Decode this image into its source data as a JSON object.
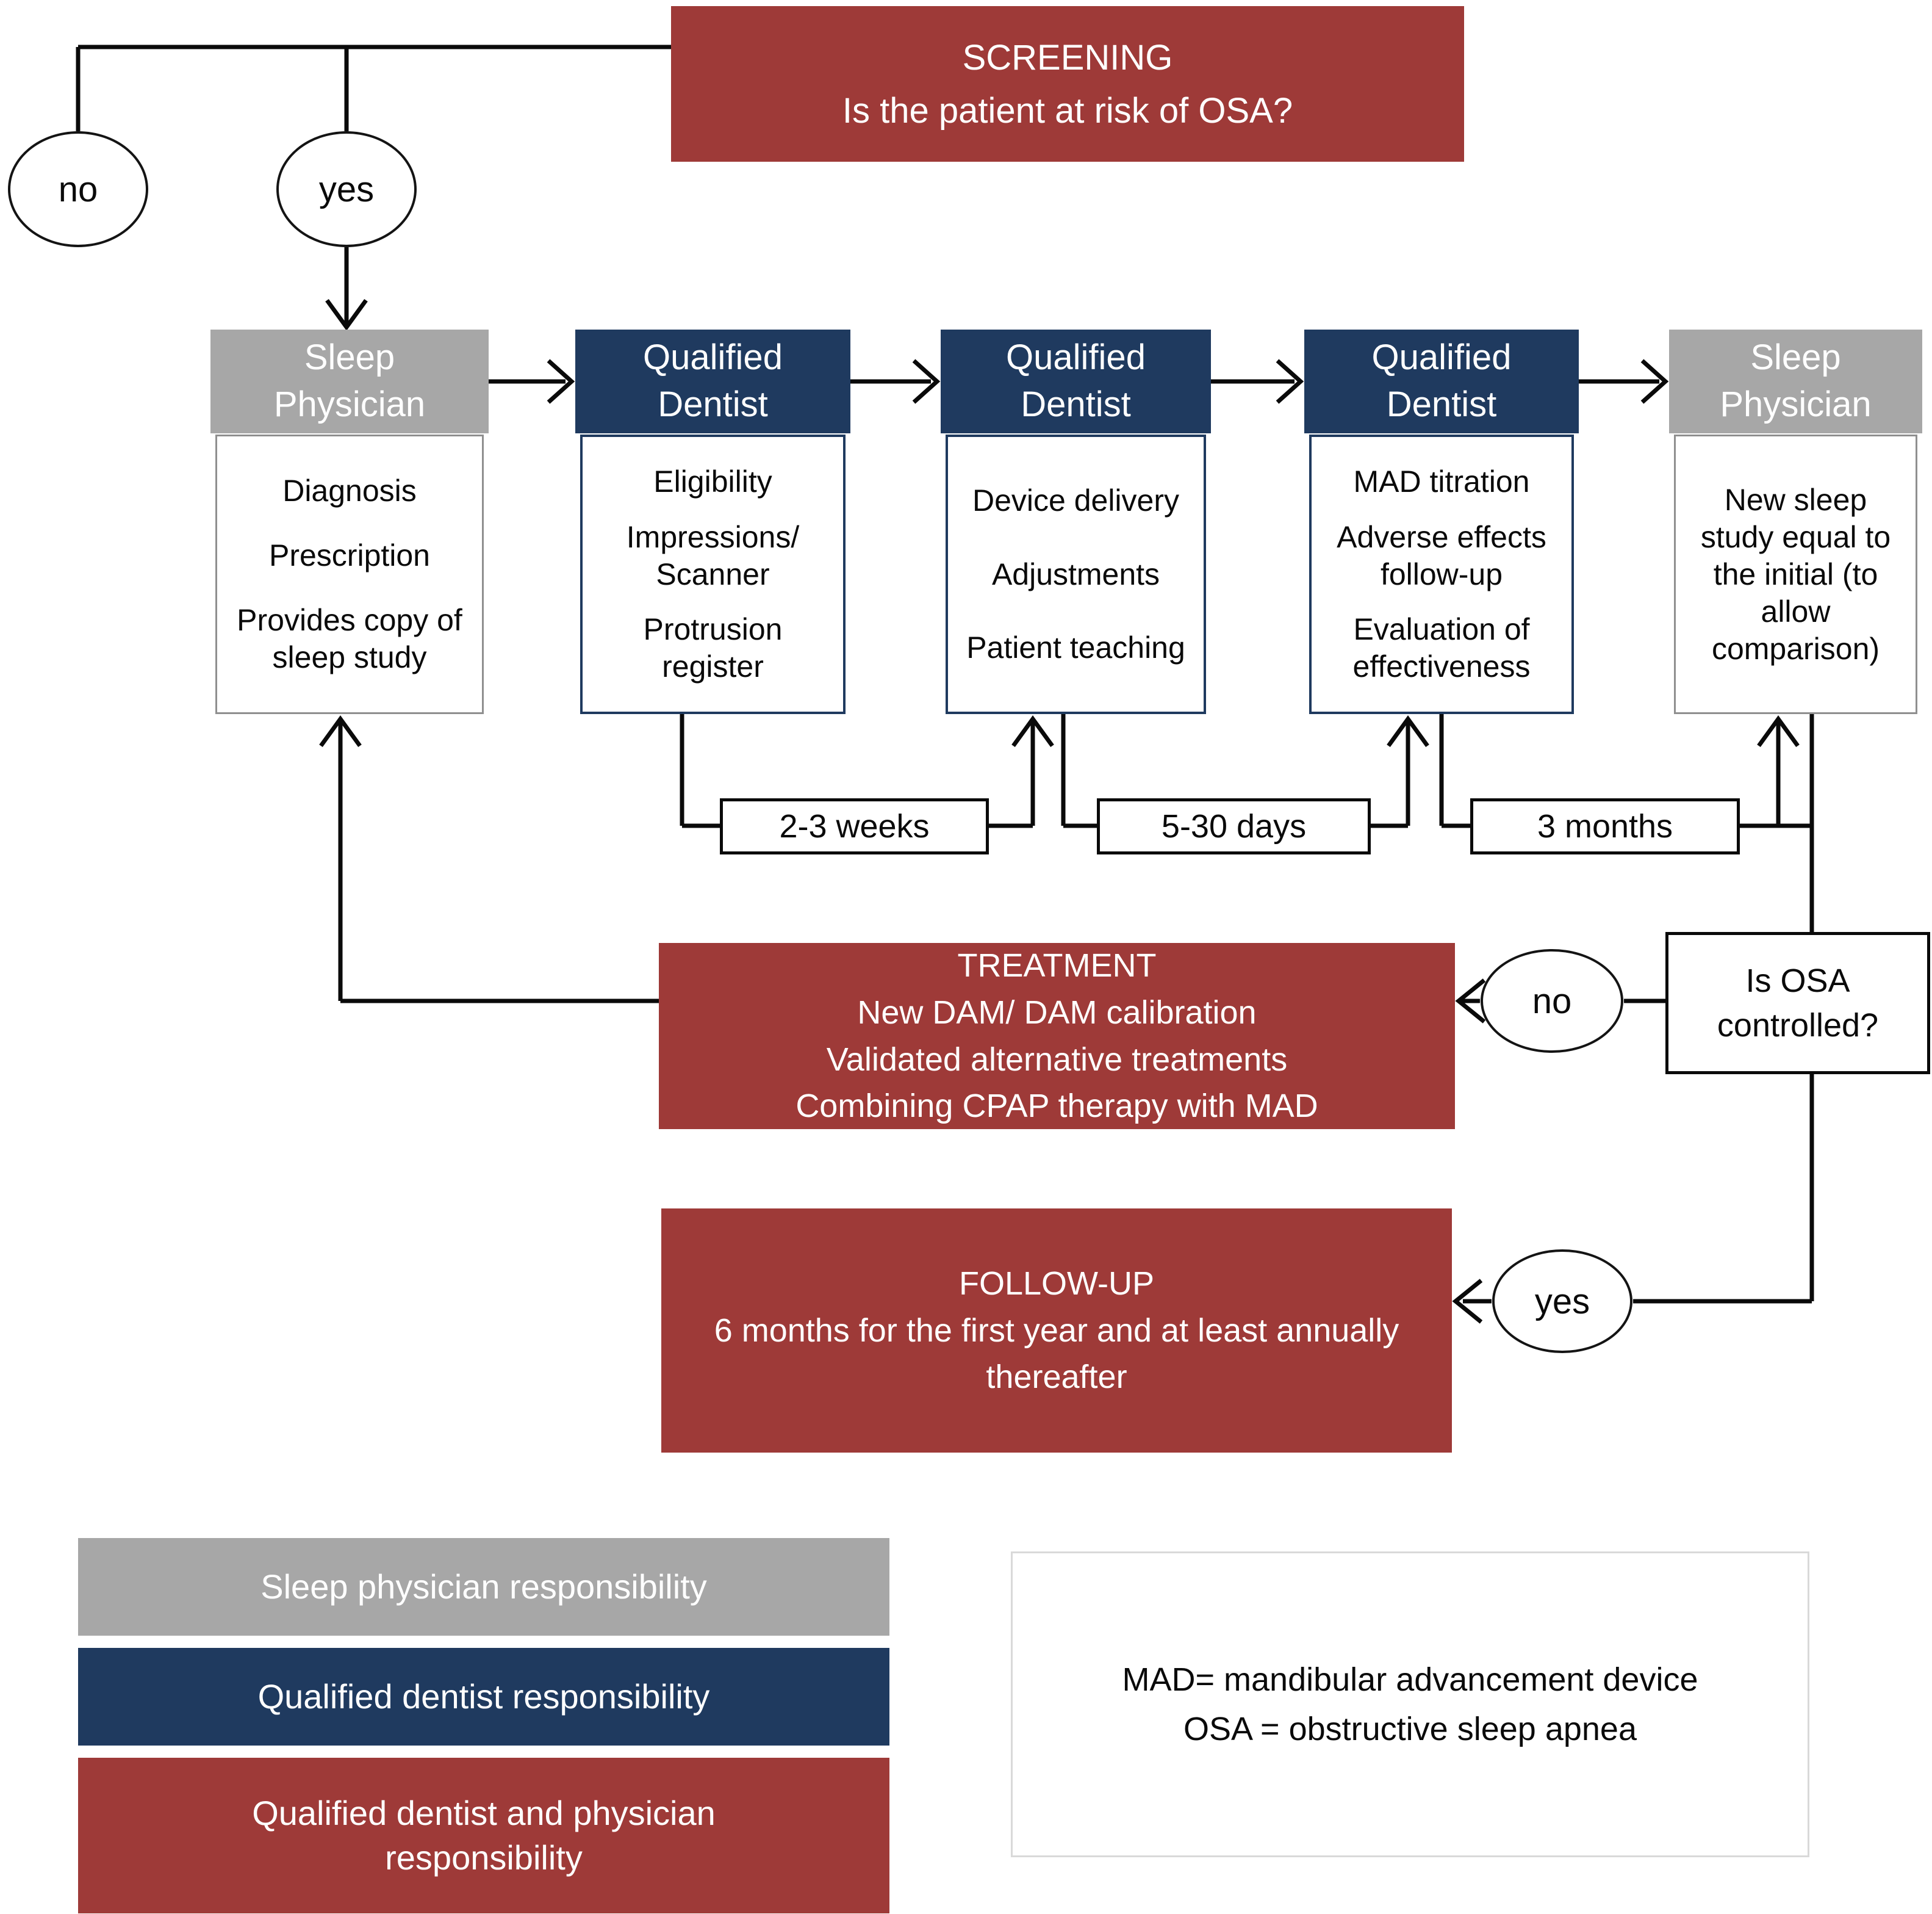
{
  "colors": {
    "dark_red": "#9e3a38",
    "navy": "#1f3a5f",
    "gray": "#a7a7a7"
  },
  "screening": {
    "title": "SCREENING",
    "question": "Is the patient at risk of OSA?"
  },
  "top_decision": {
    "no_label": "no",
    "yes_label": "yes"
  },
  "columns": [
    {
      "header": "Sleep Physician",
      "role": "sleep-physician",
      "items": [
        "Diagnosis",
        "Prescription",
        "Provides copy of sleep study"
      ]
    },
    {
      "header": "Qualified Dentist",
      "role": "qualified-dentist",
      "items": [
        "Eligibility",
        "Impressions/ Scanner",
        "Protrusion register"
      ]
    },
    {
      "header": "Qualified Dentist",
      "role": "qualified-dentist",
      "items": [
        "Device delivery",
        "Adjustments",
        "Patient teaching"
      ]
    },
    {
      "header": "Qualified Dentist",
      "role": "qualified-dentist",
      "items": [
        "MAD titration",
        "Adverse effects follow-up",
        "Evaluation of effectiveness"
      ]
    },
    {
      "header": "Sleep Physician",
      "role": "sleep-physician",
      "items": [
        "New sleep study equal to the initial (to allow comparison)"
      ]
    }
  ],
  "intervals": [
    {
      "label": "2-3 weeks"
    },
    {
      "label": "5-30 days"
    },
    {
      "label": "3 months"
    }
  ],
  "treatment": {
    "title": "TREATMENT",
    "lines": [
      "New DAM/ DAM calibration",
      "Validated alternative treatments",
      "Combining CPAP therapy with MAD"
    ]
  },
  "osa_decision": {
    "question": "Is OSA controlled?",
    "no_label": "no",
    "yes_label": "yes"
  },
  "followup": {
    "title": "FOLLOW-UP",
    "lines": [
      "6 months for the first year and at least annually thereafter"
    ]
  },
  "legend": [
    {
      "label": "Sleep physician responsibility",
      "color_key": "gray"
    },
    {
      "label": "Qualified dentist responsibility",
      "color_key": "navy"
    },
    {
      "label": "Qualified dentist and physician responsibility",
      "color_key": "dark_red"
    }
  ],
  "abbreviations": {
    "lines": [
      "MAD= mandibular advancement device",
      "OSA = obstructive sleep apnea"
    ]
  }
}
